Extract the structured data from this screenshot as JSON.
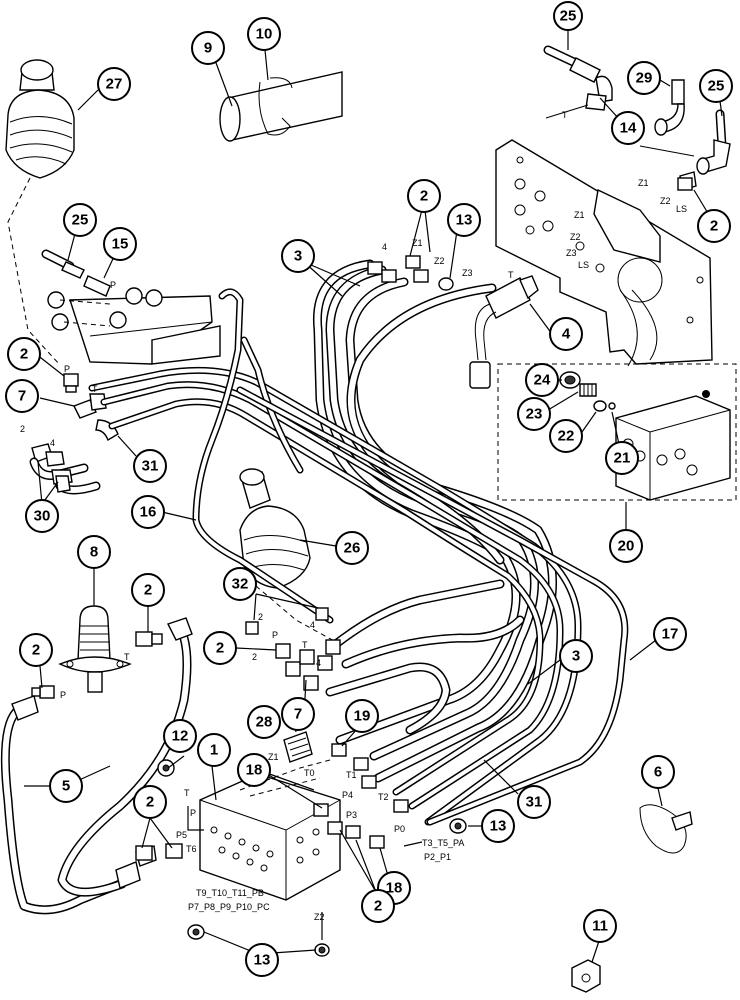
{
  "callouts": [
    {
      "id": "c27",
      "label": "27"
    },
    {
      "id": "c9",
      "label": "9"
    },
    {
      "id": "c10",
      "label": "10"
    },
    {
      "id": "c25a",
      "label": "25"
    },
    {
      "id": "c14",
      "label": "14"
    },
    {
      "id": "c29",
      "label": "29"
    },
    {
      "id": "c25b",
      "label": "25"
    },
    {
      "id": "c2a",
      "label": "2"
    },
    {
      "id": "c25c",
      "label": "25"
    },
    {
      "id": "c15",
      "label": "15"
    },
    {
      "id": "c2b",
      "label": "2"
    },
    {
      "id": "c13a",
      "label": "13"
    },
    {
      "id": "c3a",
      "label": "3"
    },
    {
      "id": "c4",
      "label": "4"
    },
    {
      "id": "c2c",
      "label": "2"
    },
    {
      "id": "c7a",
      "label": "7"
    },
    {
      "id": "c31a",
      "label": "31"
    },
    {
      "id": "c30",
      "label": "30"
    },
    {
      "id": "c24",
      "label": "24"
    },
    {
      "id": "c23",
      "label": "23"
    },
    {
      "id": "c22",
      "label": "22"
    },
    {
      "id": "c21",
      "label": "21"
    },
    {
      "id": "c20",
      "label": "20"
    },
    {
      "id": "c16",
      "label": "16"
    },
    {
      "id": "c26",
      "label": "26"
    },
    {
      "id": "c8",
      "label": "8"
    },
    {
      "id": "c2d",
      "label": "2"
    },
    {
      "id": "c32",
      "label": "32"
    },
    {
      "id": "c2e",
      "label": "2"
    },
    {
      "id": "c17",
      "label": "17"
    },
    {
      "id": "c3b",
      "label": "3"
    },
    {
      "id": "c2f",
      "label": "2"
    },
    {
      "id": "c7b",
      "label": "7"
    },
    {
      "id": "c5",
      "label": "5"
    },
    {
      "id": "c12",
      "label": "12"
    },
    {
      "id": "c1",
      "label": "1"
    },
    {
      "id": "c28",
      "label": "28"
    },
    {
      "id": "c19",
      "label": "19"
    },
    {
      "id": "c18a",
      "label": "18"
    },
    {
      "id": "c31b",
      "label": "31"
    },
    {
      "id": "c6",
      "label": "6"
    },
    {
      "id": "c2g",
      "label": "2"
    },
    {
      "id": "c13b",
      "label": "13"
    },
    {
      "id": "c18b",
      "label": "18"
    },
    {
      "id": "c2h",
      "label": "2"
    },
    {
      "id": "c13c",
      "label": "13"
    },
    {
      "id": "c11",
      "label": "11"
    }
  ],
  "ports": [
    {
      "id": "p_t_top",
      "label": "T"
    },
    {
      "id": "p_z1_plate",
      "label": "Z1"
    },
    {
      "id": "p_z2_plate",
      "label": "Z2"
    },
    {
      "id": "p_ls_plate",
      "label": "LS"
    },
    {
      "id": "p_z1_plate2",
      "label": "Z1"
    },
    {
      "id": "p_z2_plate2",
      "label": "Z2"
    },
    {
      "id": "p_z3_plate",
      "label": "Z3"
    },
    {
      "id": "p_ls_plate2",
      "label": "LS"
    },
    {
      "id": "p_4_top",
      "label": "4"
    },
    {
      "id": "p_z1_top",
      "label": "Z1"
    },
    {
      "id": "p_z2_top",
      "label": "Z2"
    },
    {
      "id": "p_z3_top",
      "label": "Z3"
    },
    {
      "id": "p_t_mid",
      "label": "T"
    },
    {
      "id": "p_p_15",
      "label": "P"
    },
    {
      "id": "p_p_left",
      "label": "P"
    },
    {
      "id": "p_t_left",
      "label": "T"
    },
    {
      "id": "p_2_30",
      "label": "2"
    },
    {
      "id": "p_4_30",
      "label": "4"
    },
    {
      "id": "p_t_8",
      "label": "T"
    },
    {
      "id": "p_p_8",
      "label": "P"
    },
    {
      "id": "p_2_32",
      "label": "2"
    },
    {
      "id": "p_4_32",
      "label": "4"
    },
    {
      "id": "p_p_mid",
      "label": "P"
    },
    {
      "id": "p_t_7",
      "label": "T"
    },
    {
      "id": "p_2_7",
      "label": "2"
    },
    {
      "id": "p_4_7",
      "label": "4"
    },
    {
      "id": "p_z1_28",
      "label": "Z1"
    },
    {
      "id": "p_t0",
      "label": "T0"
    },
    {
      "id": "p_t1",
      "label": "T1"
    },
    {
      "id": "p_p4",
      "label": "P4"
    },
    {
      "id": "p_t2",
      "label": "T2"
    },
    {
      "id": "p_p3",
      "label": "P3"
    },
    {
      "id": "p_p0",
      "label": "P0"
    },
    {
      "id": "p_t_block",
      "label": "T"
    },
    {
      "id": "p_p_block",
      "label": "P"
    },
    {
      "id": "p_p5",
      "label": "P5"
    },
    {
      "id": "p_t6",
      "label": "T6"
    },
    {
      "id": "p_z2_block",
      "label": "Z2"
    }
  ],
  "notes": {
    "block_ports_1": "T9_T10_T11_PB",
    "block_ports_2": "P7_P8_P9_P10_PC",
    "right_ports_1": "T3_T5_PA",
    "right_ports_2": "P2_P1"
  }
}
